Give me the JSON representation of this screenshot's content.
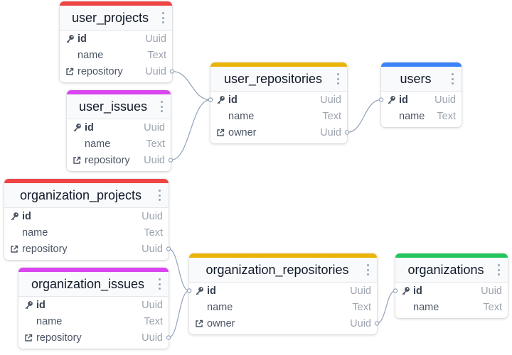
{
  "colors": {
    "red": "#ef4444",
    "purple": "#d946ef",
    "yellow": "#eab308",
    "blue": "#3b82f6",
    "green": "#22c55e",
    "edge": "#94a3b8"
  },
  "tables": [
    {
      "id": "user_projects",
      "name": "user_projects",
      "color": "red",
      "fields": [
        {
          "name": "id",
          "type": "Uuid",
          "icon": "key-icon"
        },
        {
          "name": "name",
          "type": "Text",
          "icon": ""
        },
        {
          "name": "repository",
          "type": "Uuid",
          "icon": "foreign-key-icon"
        }
      ]
    },
    {
      "id": "user_issues",
      "name": "user_issues",
      "color": "purple",
      "fields": [
        {
          "name": "id",
          "type": "Uuid",
          "icon": "key-icon"
        },
        {
          "name": "name",
          "type": "Text",
          "icon": ""
        },
        {
          "name": "repository",
          "type": "Uuid",
          "icon": "foreign-key-icon"
        }
      ]
    },
    {
      "id": "user_repositories",
      "name": "user_repositories",
      "color": "yellow",
      "fields": [
        {
          "name": "id",
          "type": "Uuid",
          "icon": "key-icon"
        },
        {
          "name": "name",
          "type": "Text",
          "icon": ""
        },
        {
          "name": "owner",
          "type": "Uuid",
          "icon": "foreign-key-icon"
        }
      ]
    },
    {
      "id": "users",
      "name": "users",
      "color": "blue",
      "fields": [
        {
          "name": "id",
          "type": "Uuid",
          "icon": "key-icon"
        },
        {
          "name": "name",
          "type": "Text",
          "icon": ""
        }
      ]
    },
    {
      "id": "organization_projects",
      "name": "organization_projects",
      "color": "red",
      "fields": [
        {
          "name": "id",
          "type": "Uuid",
          "icon": "key-icon"
        },
        {
          "name": "name",
          "type": "Text",
          "icon": ""
        },
        {
          "name": "repository",
          "type": "Uuid",
          "icon": "foreign-key-icon"
        }
      ]
    },
    {
      "id": "organization_issues",
      "name": "organization_issues",
      "color": "purple",
      "fields": [
        {
          "name": "id",
          "type": "Uuid",
          "icon": "key-icon"
        },
        {
          "name": "name",
          "type": "Text",
          "icon": ""
        },
        {
          "name": "repository",
          "type": "Uuid",
          "icon": "foreign-key-icon"
        }
      ]
    },
    {
      "id": "organization_repositories",
      "name": "organization_repositories",
      "color": "yellow",
      "fields": [
        {
          "name": "id",
          "type": "Uuid",
          "icon": "key-icon"
        },
        {
          "name": "name",
          "type": "Text",
          "icon": ""
        },
        {
          "name": "owner",
          "type": "Uuid",
          "icon": "foreign-key-icon"
        }
      ]
    },
    {
      "id": "organizations",
      "name": "organizations",
      "color": "green",
      "fields": [
        {
          "name": "id",
          "type": "Uuid",
          "icon": "key-icon"
        },
        {
          "name": "name",
          "type": "Text",
          "icon": ""
        }
      ]
    }
  ],
  "relations": [
    {
      "from": "user_projects.repository",
      "to": "user_repositories.id"
    },
    {
      "from": "user_issues.repository",
      "to": "user_repositories.id"
    },
    {
      "from": "user_repositories.owner",
      "to": "users.id"
    },
    {
      "from": "organization_projects.repository",
      "to": "organization_repositories.id"
    },
    {
      "from": "organization_issues.repository",
      "to": "organization_repositories.id"
    },
    {
      "from": "organization_repositories.owner",
      "to": "organizations.id"
    }
  ]
}
